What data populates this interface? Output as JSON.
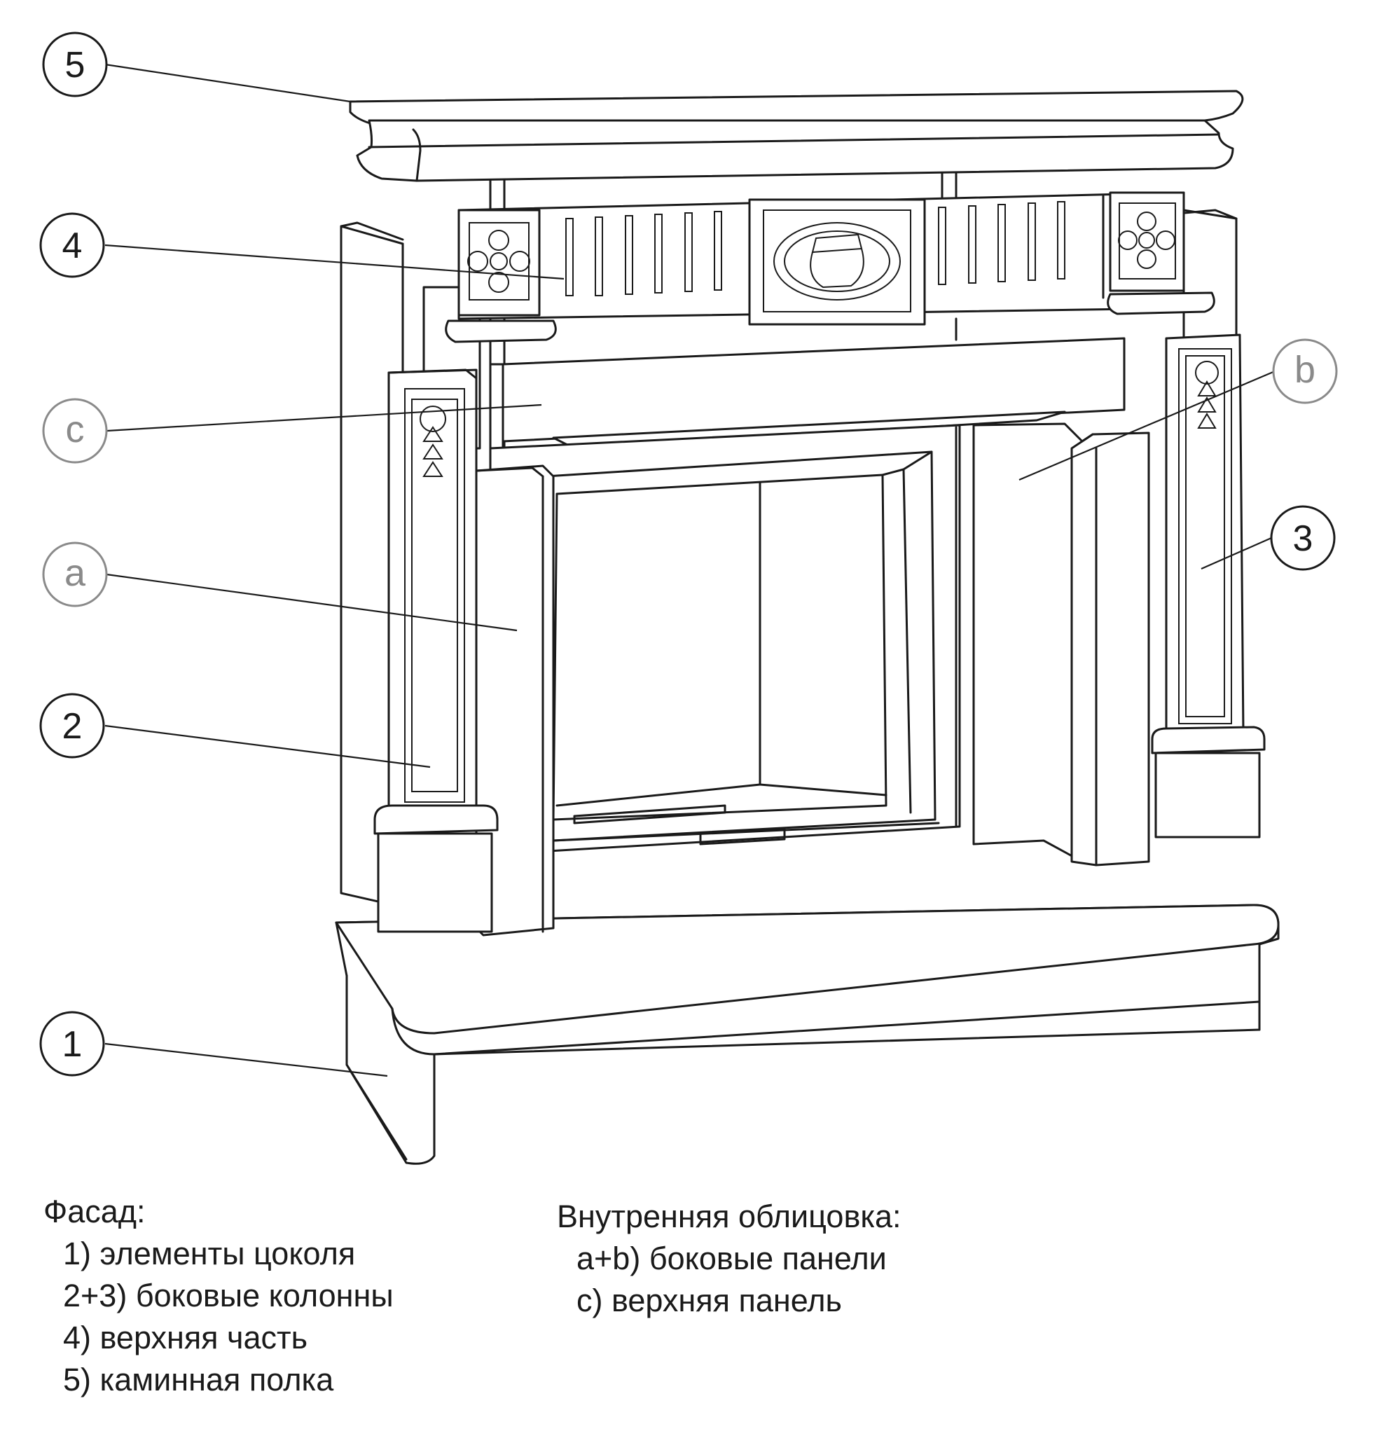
{
  "callouts": [
    {
      "key": "c5",
      "label": "5",
      "kind": "number"
    },
    {
      "key": "c4",
      "label": "4",
      "kind": "number"
    },
    {
      "key": "cc",
      "label": "c",
      "kind": "letter"
    },
    {
      "key": "ca",
      "label": "a",
      "kind": "letter"
    },
    {
      "key": "c2",
      "label": "2",
      "kind": "number"
    },
    {
      "key": "c1",
      "label": "1",
      "kind": "number"
    },
    {
      "key": "cb",
      "label": "b",
      "kind": "letter"
    },
    {
      "key": "c3",
      "label": "3",
      "kind": "number"
    }
  ],
  "legend": {
    "facade": {
      "heading": "Фасад:",
      "items": [
        "1) элементы цоколя",
        "2+3) боковые колонны",
        "4) верхняя часть",
        "5) каминная полка"
      ]
    },
    "inner": {
      "heading": "Внутренняя облицовка:",
      "items": [
        "a+b) боковые панели",
        "c) верхняя панель"
      ]
    }
  },
  "colors": {
    "line": "#1a1a1a",
    "letter_callout": "#8a8a8a",
    "background": "#ffffff"
  }
}
